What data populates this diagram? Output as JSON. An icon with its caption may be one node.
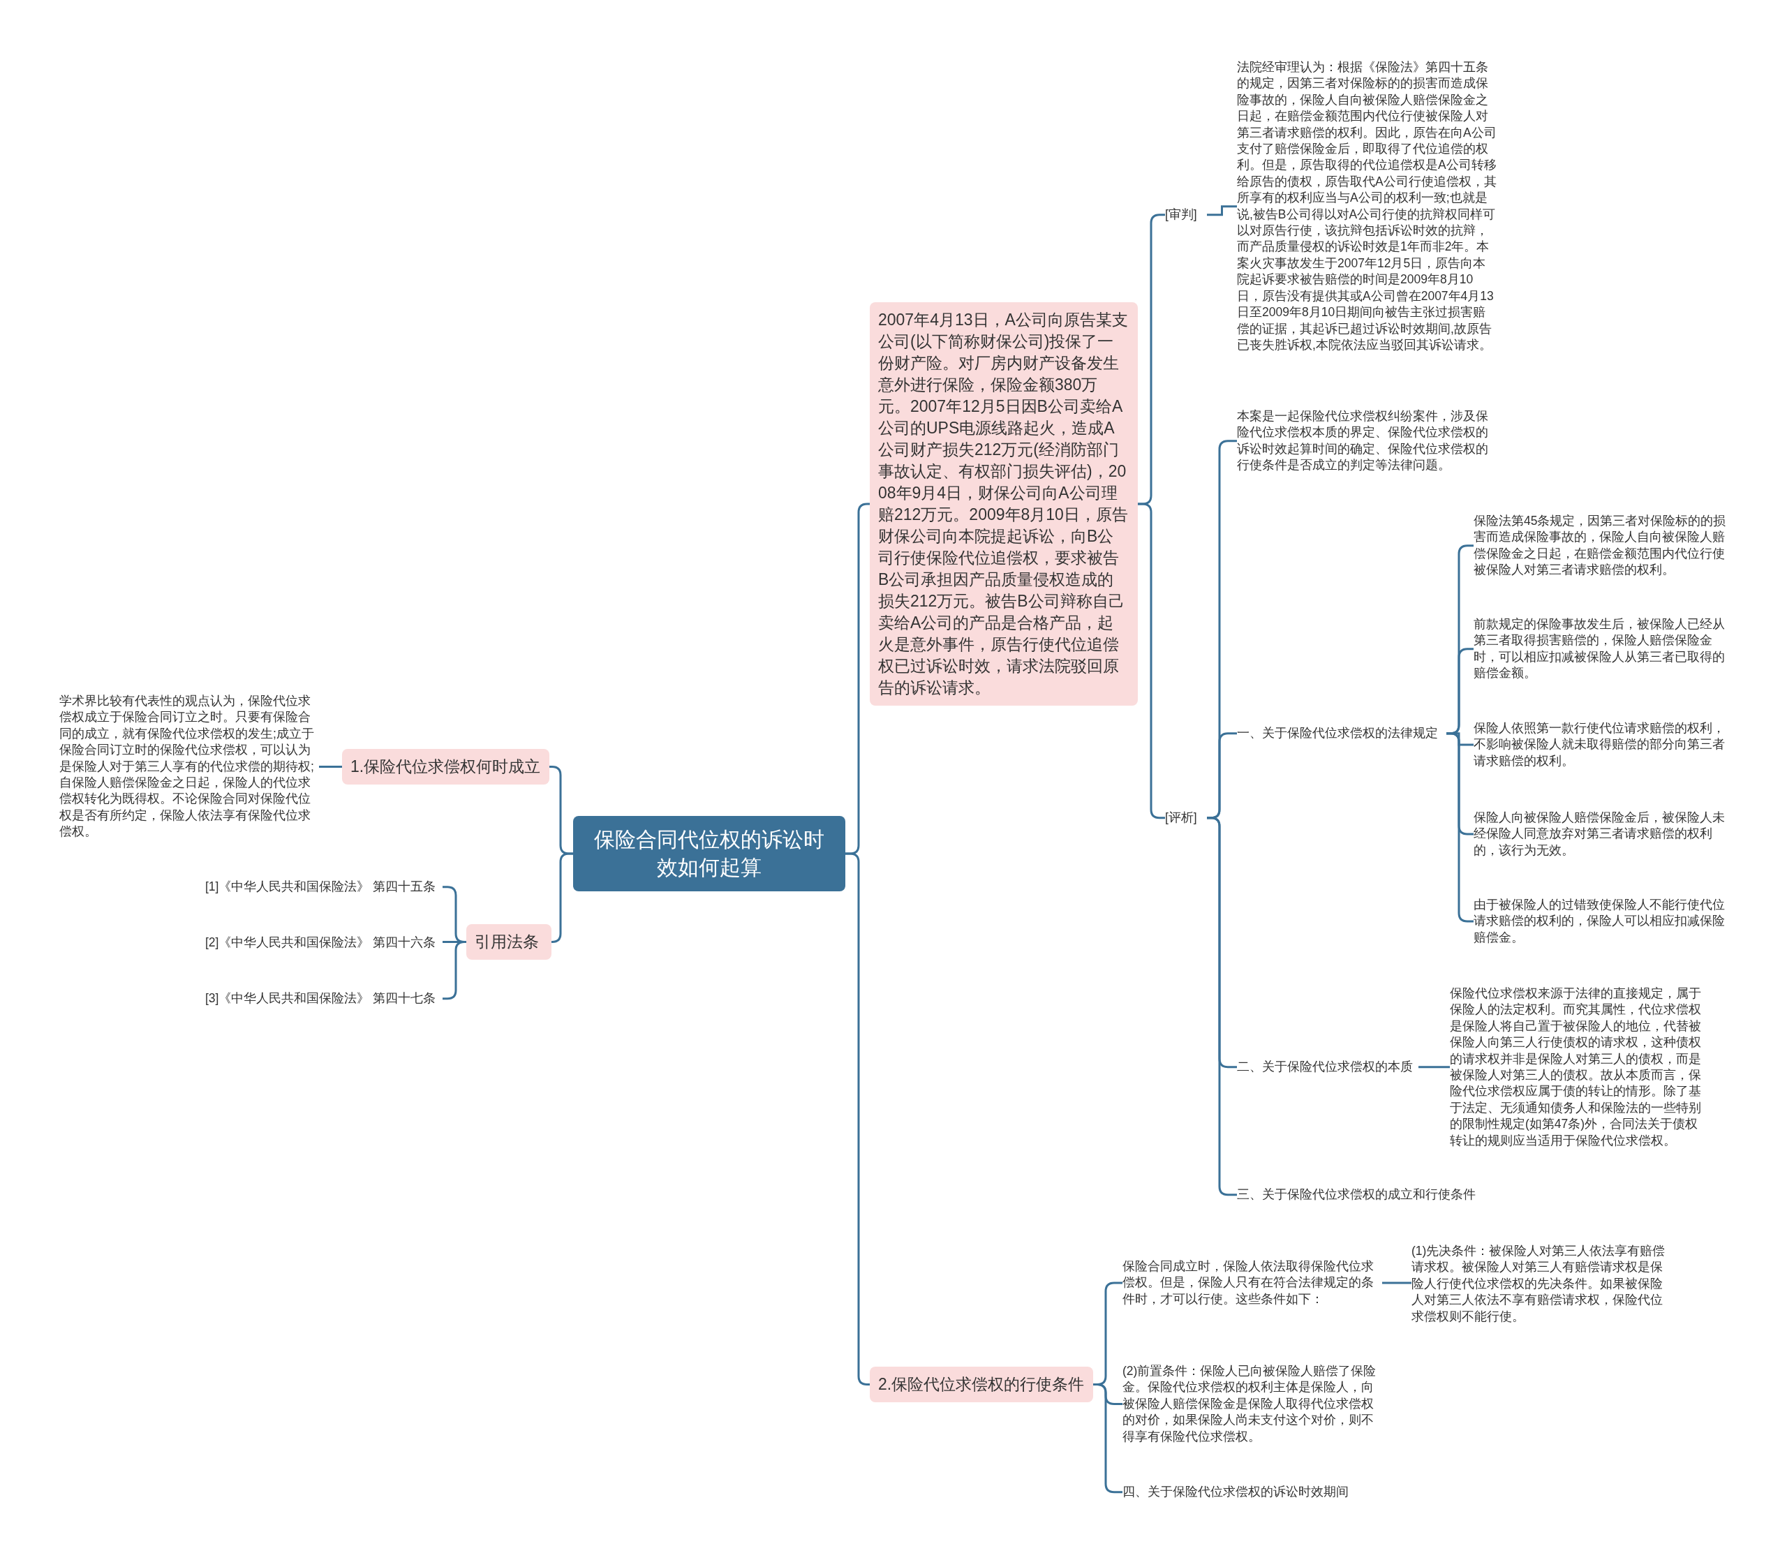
{
  "diagram": {
    "nodes": [
      {
        "text": [
          "保险合同代位权的诉讼时效如何起算"
        ]
      },
      {
        "text": [
          "2007年4月13日，A公司向原告某支公司(以下简称财保公司)投保了一份财产险。对厂房内财产设备发生意外进行保险，保险金额380万元。2007年12月5日因B公司卖给A公司的UPS电源线路起火，造成A公司财产损失212万元(经消防部门事故认定、有权部门损失评估)，2008年9月4日，财保公司向A公司理赔212万元。2009年8月10日，原告财保公司向本院提起诉讼，向B公司行使保险代位追偿权，要求被告B公司承担因产品质量侵权造成的损失212万元。被告B公司辩称自己卖给A公司的产品是合格产品，起火是意外事件，原告行使代位追偿权已过诉讼时效，请求法院驳回原告的诉讼请求。"
        ]
      },
      {
        "text": [
          "[审判]"
        ]
      },
      {
        "text": [
          "法院经审理认为：根据《保险法》第四十五条的规定，因第三者对保险标的的损害而造成保险事故的，保险人自向被保险人赔偿保险金之日起，在赔偿金额范围内代位行使被保险人对第三者请求赔偿的权利。因此，原告在向A公司支付了赔偿保险金后，即取得了代位追偿的权利。但是，原告取得的代位追偿权是A公司转移给原告的债权，原告取代A公司行使追偿权，其所享有的权利应当与A公司的权利一致;也就是说,被告B公司得以对A公司行使的抗辩权同样可以对原告行使，该抗辩包括诉讼时效的抗辩，而产品质量侵权的诉讼时效是1年而非2年。本案火灾事故发生于2007年12月5日，原告向本院起诉要求被告赔偿的时间是2009年8月10日，原告没有提供其或A公司曾在2007年4月13日至2009年8月10日期间向被告主张过损害赔偿的证据，其起诉已超过诉讼时效期间,故原告已丧失胜诉权,本院依法应当驳回其诉讼请求。"
        ]
      },
      {
        "text": [
          "[评析]"
        ]
      },
      {
        "text": [
          "本案是一起保险代位求偿权纠纷案件，涉及保险代位求偿权本质的界定、保险代位求偿权的诉讼时效起算时间的确定、保险代位求偿权的行使条件是否成立的判定等法律问题。"
        ]
      },
      {
        "text": [
          "一、关于保险代位求偿权的法律规定"
        ]
      },
      {
        "text": [
          "保险法第45条规定，因第三者对保险标的的损害而造成保险事故的，保险人自向被保险人赔偿保险金之日起，在赔偿金额范围内代位行使被保险人对第三者请求赔偿的权利。"
        ]
      },
      {
        "text": [
          "前款规定的保险事故发生后，被保险人已经从第三者取得损害赔偿的，保险人赔偿保险金时，可以相应扣减被保险人从第三者已取得的赔偿金额。"
        ]
      },
      {
        "text": [
          "保险人依照第一款行使代位请求赔偿的权利，不影响被保险人就未取得赔偿的部分向第三者请求赔偿的权利。"
        ]
      },
      {
        "text": [
          "保险人向被保险人赔偿保险金后，被保险人未经保险人同意放弃对第三者请求赔偿的权利的，该行为无效。"
        ]
      },
      {
        "text": [
          "由于被保险人的过错致使保险人不能行使代位请求赔偿的权利的，保险人可以相应扣减保险赔偿金。"
        ]
      },
      {
        "text": [
          "二、关于保险代位求偿权的本质"
        ]
      },
      {
        "text": [
          "保险代位求偿权来源于法律的直接规定，属于保险人的法定权利。而究其属性，代位求偿权是保险人将自己置于被保险人的地位，代替被保险人向第三人行使债权的请求权，这种债权的请求权并非是保险人对第三人的债权，而是被保险人对第三人的债权。故从本质而言，保险代位求偿权应属于债的转让的情形。除了基于法定、无须通知债务人和保险法的一些特别的限制性规定(如第47条)外，合同法关于债权转让的规则应当适用于保险代位求偿权。"
        ]
      },
      {
        "text": [
          "三、关于保险代位求偿权的成立和行使条件"
        ]
      },
      {
        "text": [
          "2.保险代位求偿权的行使条件"
        ]
      },
      {
        "text": [
          "保险合同成立时，保险人依法取得保险代位求偿权。但是，保险人只有在符合法律规定的条件时，才可以行使。这些条件如下："
        ]
      },
      {
        "text": [
          "(1)先决条件：被保险人对第三人依法享有赔偿请求权。被保险人对第三人有赔偿请求权是保险人行使代位求偿权的先决条件。如果被保险人对第三人依法不享有赔偿请求权，保险代位求偿权则不能行使。"
        ]
      },
      {
        "text": [
          "(2)前置条件：保险人已向被保险人赔偿了保险金。保险代位求偿权的权利主体是保险人，向被保险人赔偿保险金是保险人取得代位求偿权的对价，如果保险人尚未支付这个对价，则不得享有保险代位求偿权。"
        ]
      },
      {
        "text": [
          "四、关于保险代位求偿权的诉讼时效期间"
        ]
      },
      {
        "text": [
          "1.保险代位求偿权何时成立"
        ]
      },
      {
        "text": [
          "学术界比较有代表性的观点认为，保险代位求偿权成立于保险合同订立之时。只要有保险合同的成立，就有保险代位求偿权的发生;成立于保险合同订立时的保险代位求偿权，可以认为是保险人对于第三人享有的代位求偿的期待权;自保险人赔偿保险金之日起，保险人的代位求偿权转化为既得权。不论保险合同对保险代位权是否有所约定，保险人依法享有保险代位求偿权。"
        ]
      },
      {
        "text": [
          "引用法条"
        ]
      },
      {
        "text": [
          "[1]《中华人民共和国保险法》 第四十五条"
        ]
      },
      {
        "text": [
          "[2]《中华人民共和国保险法》 第四十六条"
        ]
      },
      {
        "text": [
          "[3]《中华人民共和国保险法》 第四十七条"
        ]
      }
    ],
    "edges": [
      {
        "from": 0,
        "to": 1,
        "arrow": "none"
      },
      {
        "from": 0,
        "to": 15,
        "arrow": "none"
      },
      {
        "from": 0,
        "to": 20,
        "arrow": "none"
      },
      {
        "from": 0,
        "to": 22,
        "arrow": "none"
      },
      {
        "from": 1,
        "to": 2,
        "arrow": "none"
      },
      {
        "from": 1,
        "to": 4,
        "arrow": "none"
      },
      {
        "from": 2,
        "to": 3,
        "arrow": "none"
      },
      {
        "from": 4,
        "to": 5,
        "arrow": "none"
      },
      {
        "from": 4,
        "to": 6,
        "arrow": "none"
      },
      {
        "from": 4,
        "to": 12,
        "arrow": "none"
      },
      {
        "from": 4,
        "to": 14,
        "arrow": "none"
      },
      {
        "from": 6,
        "to": 7,
        "arrow": "none"
      },
      {
        "from": 6,
        "to": 8,
        "arrow": "none"
      },
      {
        "from": 6,
        "to": 9,
        "arrow": "none"
      },
      {
        "from": 6,
        "to": 10,
        "arrow": "none"
      },
      {
        "from": 6,
        "to": 11,
        "arrow": "none"
      },
      {
        "from": 12,
        "to": 13,
        "arrow": "none"
      },
      {
        "from": 15,
        "to": 16,
        "arrow": "none"
      },
      {
        "from": 15,
        "to": 18,
        "arrow": "none"
      },
      {
        "from": 15,
        "to": 19,
        "arrow": "none"
      },
      {
        "from": 16,
        "to": 17,
        "arrow": "none"
      },
      {
        "from": 20,
        "to": 21,
        "arrow": "none"
      },
      {
        "from": 22,
        "to": 23,
        "arrow": "none"
      },
      {
        "from": 22,
        "to": 24,
        "arrow": "none"
      },
      {
        "from": 22,
        "to": 25,
        "arrow": "none"
      }
    ]
  }
}
